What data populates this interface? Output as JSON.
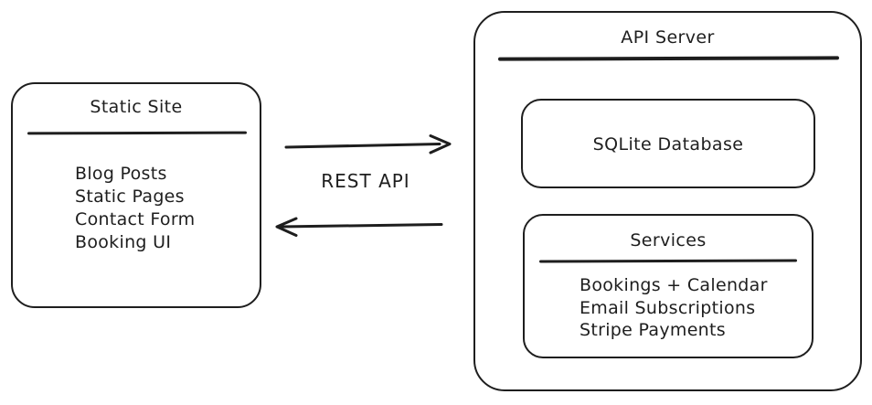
{
  "diagram": {
    "static_site": {
      "title": "Static Site",
      "items": {
        "0": "Blog Posts",
        "1": "Static Pages",
        "2": "Contact Form",
        "3": "Booking UI"
      }
    },
    "connection": {
      "label": "REST API",
      "arrows": [
        "right",
        "left"
      ]
    },
    "api_server": {
      "title": "API Server",
      "sqlite": {
        "title": "SQLite Database"
      },
      "services": {
        "title": "Services",
        "items": {
          "0": "Bookings + Calendar",
          "1": "Email Subscriptions",
          "2": "Stripe Payments"
        }
      }
    },
    "colors": {
      "stroke": "#1e1e1e",
      "background": "#ffffff"
    }
  }
}
